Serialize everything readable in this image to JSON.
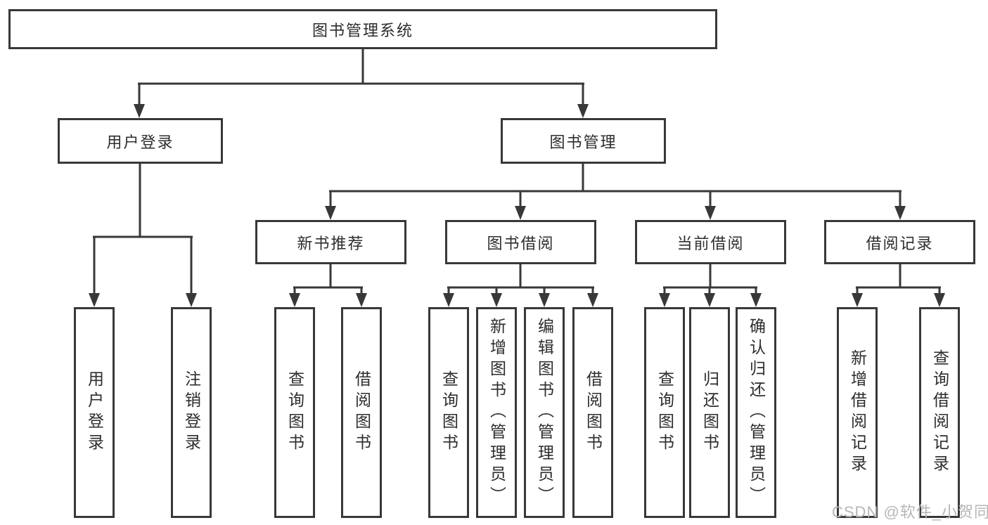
{
  "tree": {
    "root": {
      "label": "图书管理系统"
    },
    "branches": [
      {
        "label": "用户登录",
        "children": [
          {
            "label": "用户登录"
          },
          {
            "label": "注销登录"
          }
        ]
      },
      {
        "label": "图书管理",
        "children": [
          {
            "label": "新书推荐",
            "children": [
              {
                "label": "查询图书"
              },
              {
                "label": "借阅图书"
              }
            ]
          },
          {
            "label": "图书借阅",
            "children": [
              {
                "label": "查询图书"
              },
              {
                "label": "新增图书（管理员）"
              },
              {
                "label": "编辑图书（管理员）"
              },
              {
                "label": "借阅图书"
              }
            ]
          },
          {
            "label": "当前借阅",
            "children": [
              {
                "label": "查询图书"
              },
              {
                "label": "归还图书"
              },
              {
                "label": "确认归还（管理员）"
              }
            ]
          },
          {
            "label": "借阅记录",
            "children": [
              {
                "label": "新增借阅记录"
              },
              {
                "label": "查询借阅记录"
              }
            ]
          }
        ]
      }
    ]
  },
  "watermark": "CSDN @软件_小贺同学",
  "colors": {
    "background": "#ffffff",
    "box_border": "#383838",
    "connector_line": "#383838",
    "text": "#2d2d2d",
    "watermark": "#b6b6b6"
  }
}
